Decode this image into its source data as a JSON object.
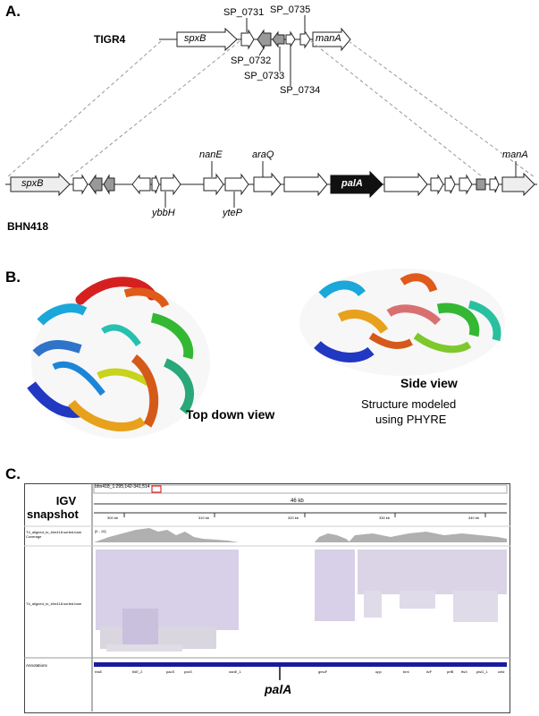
{
  "panels": {
    "a": "A.",
    "b": "B.",
    "c": "C."
  },
  "panel_a": {
    "strain_top": "TIGR4",
    "strain_bottom": "BHN418",
    "top_genes": {
      "spxB": "spxB",
      "manA": "manA",
      "sp0731": "SP_0731",
      "sp0732": "SP_0732",
      "sp0733": "SP_0733",
      "sp0734": "SP_0734",
      "sp0735": "SP_0735"
    },
    "bottom_genes": {
      "spxB": "spxB",
      "nanE": "nanE",
      "araQ": "araQ",
      "palA": "palA",
      "manA": "manA",
      "ybbH": "ybbH",
      "yteP": "yteP"
    }
  },
  "panel_b": {
    "top_view": "Top down view",
    "side_view": "Side view",
    "note_line1": "Structure modeled",
    "note_line2": "using PHYRE"
  },
  "panel_c": {
    "title_line1": "IGV",
    "title_line2": "snapshot",
    "locus": "bhn418_1:295,142-341,514",
    "span": "46 kb",
    "ticks": [
      "300 kb",
      "310 kb",
      "320 kb",
      "330 kb",
      "340 kb"
    ],
    "coverage_track": "T4_aligned_to_bhn418.sorted.bam Coverage",
    "coverage_range": "[0 - 10]",
    "reads_track": "T4_aligned_to_bhn418.sorted.bam",
    "annotations_label": "Annotations",
    "gene_labels": [
      "rbsE",
      "thiE_2",
      "pacS",
      "pcsS",
      "nanE_1",
      "gmuF",
      "upp",
      "bmI",
      "livF",
      "prfB",
      "ftsX",
      "plsG_1",
      "celd"
    ],
    "pala_label": "palA"
  }
}
